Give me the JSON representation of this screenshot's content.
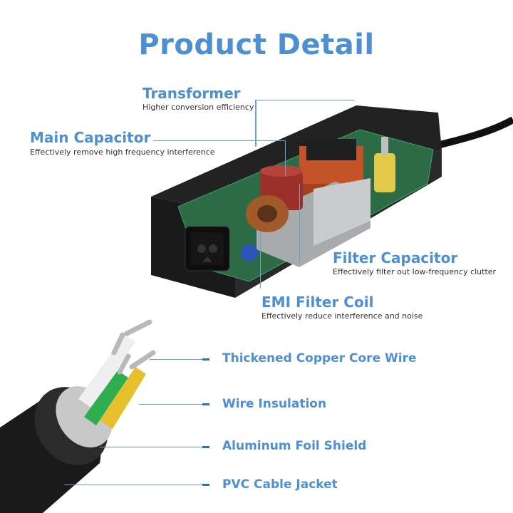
{
  "title": "Product  Detail",
  "adapter": {
    "transformer": {
      "label": "Transformer",
      "desc": "Higher conversion efficiency"
    },
    "main_capacitor": {
      "label": "Main Capacitor",
      "desc": "Effectively remove high frequency interference"
    },
    "filter_capacitor": {
      "label": "Filter Capacitor",
      "desc": "Effectively filter out low-frequency clutter"
    },
    "emi_filter_coil": {
      "label": "EMI Filter Coil",
      "desc": "Effectively reduce interference and noise"
    }
  },
  "cable": {
    "layers": [
      {
        "label": "Thickened Copper Core Wire"
      },
      {
        "label": "Wire Insulation"
      },
      {
        "label": "Aluminum Foil Shield"
      },
      {
        "label": "PVC Cable Jacket"
      }
    ]
  },
  "colors": {
    "accent": "#4d8fd1",
    "dash": "#2f6fb8",
    "body": "#1a1a1a",
    "board": "#2c6b45"
  }
}
